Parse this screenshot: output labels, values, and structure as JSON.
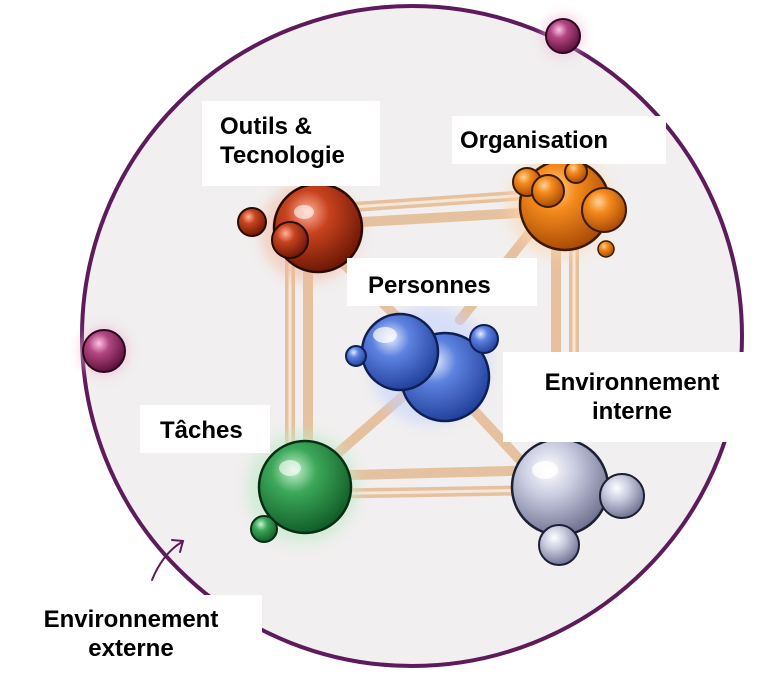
{
  "diagram": {
    "labels": {
      "tools": [
        "Outils &",
        "Tecnologie"
      ],
      "organisation": "Organisation",
      "people": "Personnes",
      "internal_env": [
        "Environnement",
        "interne"
      ],
      "tasks": "Tâches",
      "external_env": [
        "Environnement",
        "externe"
      ]
    },
    "colors": {
      "circle_fill": "#f1efef",
      "circle_stroke": "#5e1b5c",
      "beam": "#e7c3a3",
      "beam_edge": "#c9a080",
      "tools_sphere": "#a82e13",
      "organisation_sphere": "#f07c10",
      "people_sphere": "#4f74d8",
      "internal_env_sphere": "#c4c7dd",
      "tasks_sphere": "#2f9a4e",
      "external_sphere": "#9e2d6a"
    },
    "icons": [
      "arrow-icon"
    ]
  }
}
